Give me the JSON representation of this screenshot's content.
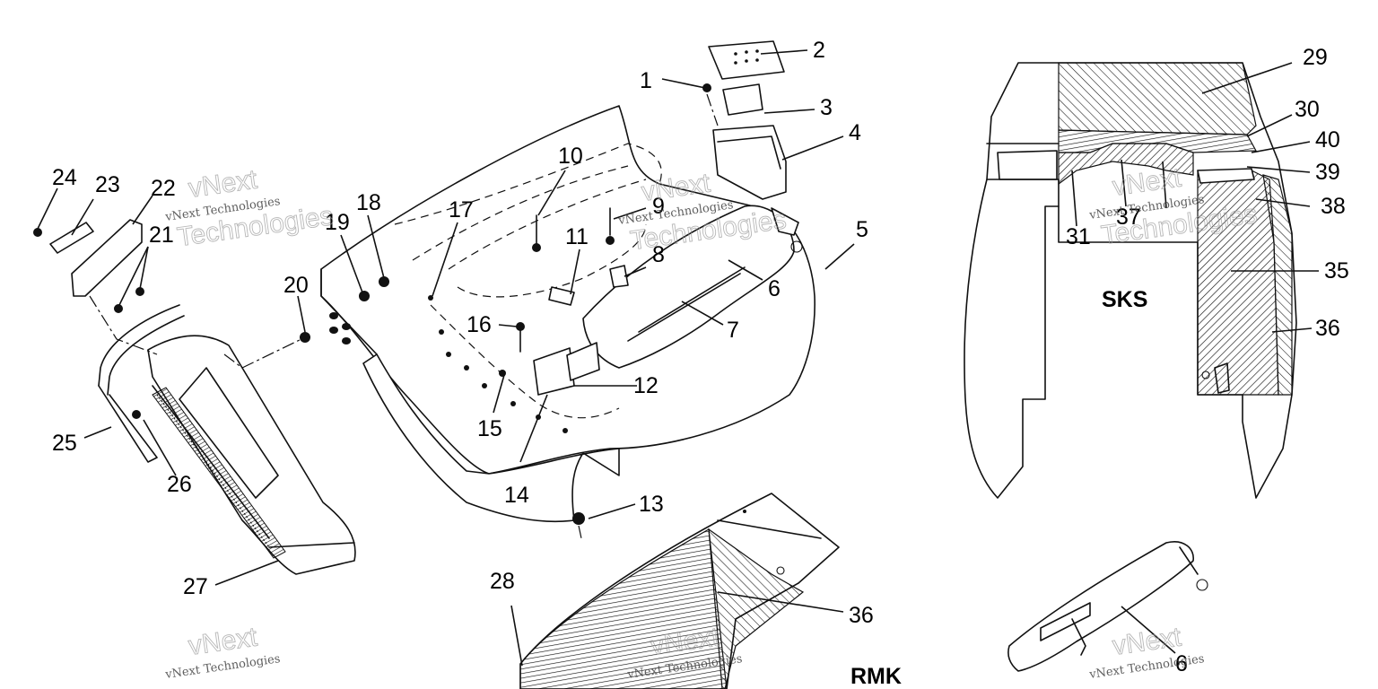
{
  "callouts": [
    "1",
    "2",
    "3",
    "4",
    "5",
    "6",
    "7",
    "8",
    "9",
    "10",
    "11",
    "12",
    "13",
    "14",
    "15",
    "16",
    "17",
    "18",
    "19",
    "20",
    "21",
    "22",
    "23",
    "24",
    "25",
    "26",
    "27",
    "28",
    "29",
    "30",
    "31",
    "35",
    "36",
    "36",
    "37",
    "38",
    "39",
    "40",
    "6"
  ],
  "variants": {
    "sks": "SKS",
    "rmk": "RMK"
  },
  "watermark": {
    "company": "vNext Technologies",
    "brand_top": "vNext",
    "brand_bottom": "Technologies"
  }
}
